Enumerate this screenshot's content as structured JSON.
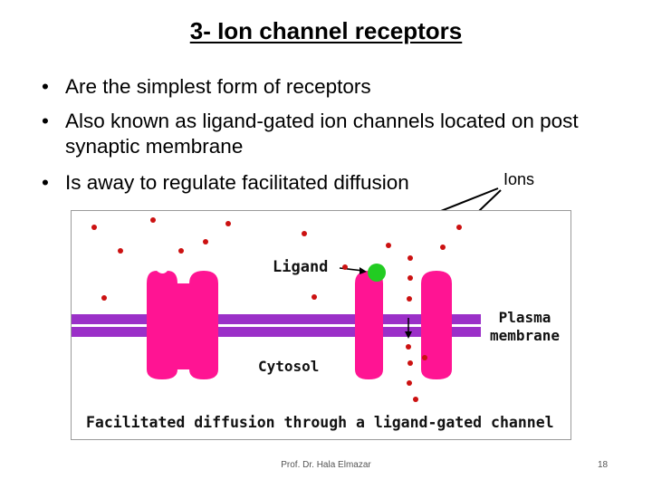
{
  "slide": {
    "title": "3- Ion channel receptors",
    "bullets": [
      "Are the simplest form of receptors",
      "Also known as ligand-gated ion channels located on post synaptic membrane",
      "Is away to regulate facilitated diffusion"
    ],
    "footer": "Prof. Dr. Hala Elmazar",
    "page_number": "18"
  },
  "diagram": {
    "ions_label": "Ions",
    "ligand_label": "Ligand",
    "plasma_label_line1": "Plasma",
    "plasma_label_line2": "membrane",
    "cytosol_label": "Cytosol",
    "caption": "Facilitated diffusion through a ligand-gated channel",
    "colors": {
      "channel": "#ff1493",
      "membrane": "#9b30c8",
      "ion": "#cc1111",
      "ligand": "#22cc22"
    }
  }
}
